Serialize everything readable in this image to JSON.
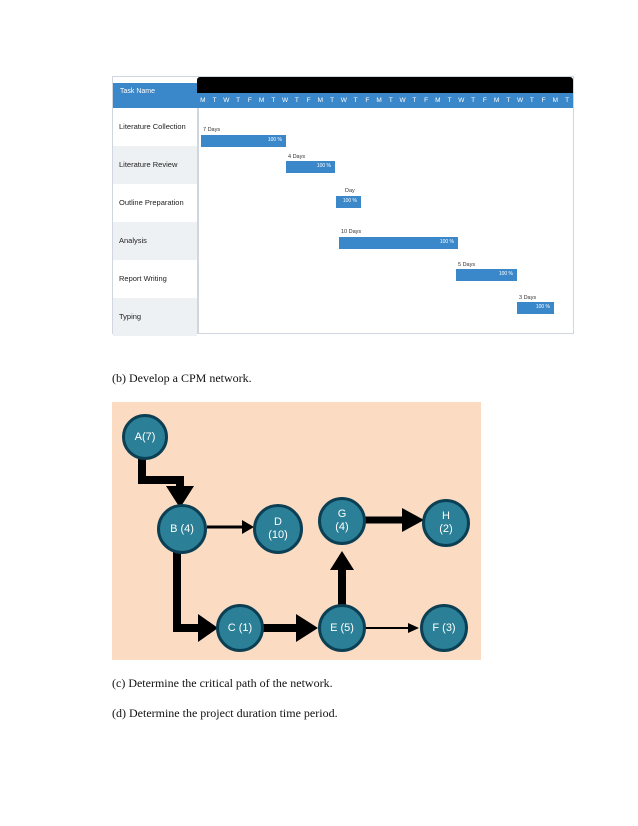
{
  "gantt": {
    "header": "Task Name",
    "days": [
      "M",
      "T",
      "W",
      "T",
      "F",
      "M",
      "T",
      "W",
      "T",
      "F",
      "M",
      "T",
      "W",
      "T",
      "F",
      "M",
      "T",
      "W",
      "T",
      "F",
      "M",
      "T",
      "W",
      "T",
      "F",
      "M",
      "T",
      "W",
      "T",
      "F",
      "M",
      "T"
    ],
    "tasks": [
      {
        "name": "Literature Collection",
        "duration": "7 Days",
        "percent": "100 %"
      },
      {
        "name": "Literature Review",
        "duration": "4 Days",
        "percent": "100 %"
      },
      {
        "name": "Outline Preparation",
        "duration": "Day",
        "percent": "100 %"
      },
      {
        "name": "Analysis",
        "duration": "10 Days",
        "percent": "100 %"
      },
      {
        "name": "Report Writing",
        "duration": "5 Days",
        "percent": "100 %"
      },
      {
        "name": "Typing",
        "duration": "3 Days",
        "percent": "100 %"
      }
    ]
  },
  "text": {
    "b": "(b) Develop a CPM network.",
    "c": "(c) Determine the critical path of the network.",
    "d": "(d) Determine the project duration time period."
  },
  "cpm": {
    "nodes": {
      "a": {
        "line1": "A(7)",
        "line2": ""
      },
      "b": {
        "line1": "B (4)",
        "line2": ""
      },
      "c": {
        "line1": "C (1)",
        "line2": ""
      },
      "d": {
        "line1": "D",
        "line2": "(10)"
      },
      "e": {
        "line1": "E (5)",
        "line2": ""
      },
      "f": {
        "line1": "F (3)",
        "line2": ""
      },
      "g": {
        "line1": "G",
        "line2": "(4)"
      },
      "h": {
        "line1": "H",
        "line2": "(2)"
      }
    },
    "colors": {
      "background": "#fbdcc2",
      "node": "#2b7f96",
      "node_border": "#0b3f54",
      "arrow": "#000000"
    }
  }
}
